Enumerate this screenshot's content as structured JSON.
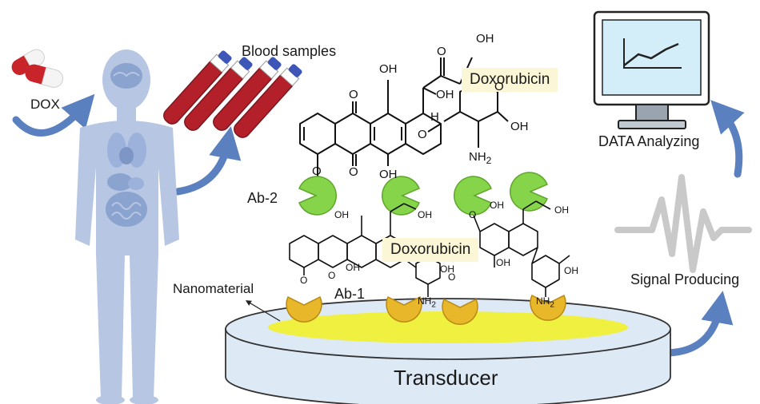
{
  "labels": {
    "dox": "DOX",
    "blood_samples": "Blood samples",
    "doxorubicin_top": "Doxorubicin",
    "doxorubicin_bottom": "Doxorubicin",
    "ab2": "Ab-2",
    "ab1": "Ab-1",
    "nanomaterial": "Nanomaterial",
    "transducer": "Transducer",
    "data_analyzing": "DATA Analyzing",
    "signal_producing": "Signal Producing"
  },
  "chem_top": {
    "oh_a": "OH",
    "oh_b": "OH",
    "oh_c": "OH",
    "oh_d": "OH",
    "oh_e": "OH",
    "o_a": "O",
    "o_b": "O",
    "o_c": "O",
    "o_d": "O",
    "o_e": "O",
    "o_f": "O",
    "h": "H",
    "nh2": "NH",
    "sub2": "2"
  },
  "chem_bottom": {
    "oh_a": "OH",
    "oh_b": "OH",
    "oh_c": "OH",
    "oh_d": "OH",
    "oh_e": "OH",
    "oh_f": "OH",
    "oh_g": "OH",
    "oh_h": "OH",
    "o_a": "O",
    "o_b": "O",
    "o_c": "O",
    "o_d": "O",
    "nh2_a": "NH",
    "nh2_b": "NH",
    "sub2_a": "2",
    "sub2_b": "2"
  },
  "colors": {
    "arrow": "#5a80c0",
    "body": "#b7c6e3",
    "transducer_fill": "#dde9f5",
    "nanomaterial_layer": "#f0f040",
    "ab1": "#e8b72a",
    "ab2": "#86d44a",
    "blood": "#b3202a",
    "cap": "#3d56b8",
    "label_box": "#fbf6d6"
  },
  "icons": [
    "pill-icon",
    "human-body-icon",
    "blood-tube-icon",
    "monitor-icon",
    "signal-wave-icon",
    "curved-arrow-icon",
    "pointer-arrow-icon"
  ]
}
